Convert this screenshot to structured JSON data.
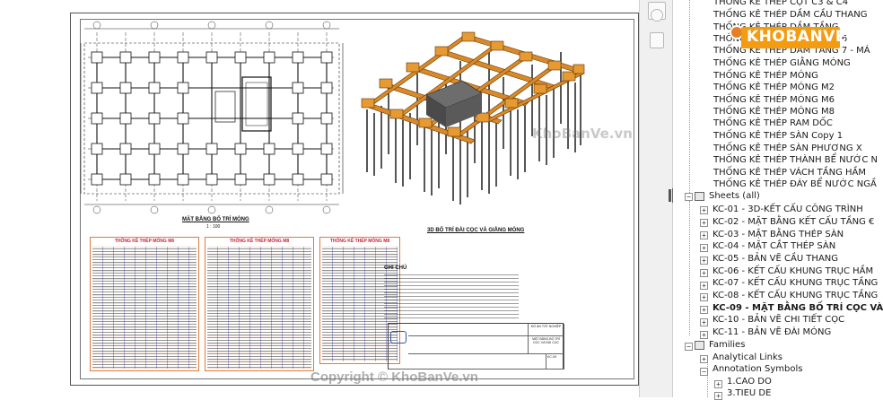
{
  "drawing": {
    "plan_title": "MẶT BẰNG BỐ TRÍ MÓNG",
    "plan_scale": "1 : 100",
    "iso_title": "3D BỐ TRÍ ĐÀI CỌC VÀ GIẰNG MÓNG",
    "schedules": [
      {
        "title": "THỐNG KÊ THÉP MÓNG M6"
      },
      {
        "title": "THỐNG KÊ THÉP MÓNG M8"
      },
      {
        "title": "THỐNG KÊ THÉP MÓNG M8"
      }
    ],
    "notes_title": "GHI CHÚ",
    "titleblock": {
      "sheet_name": "MẶT BẰNG BỐ TRÍ CỌC VÀ ĐÀI CỌC",
      "project": "ĐỒ ÁN TỐT NGHIỆP",
      "sheet_no": "KC-09"
    }
  },
  "watermarks": {
    "brand_badge": "KHOBANVE",
    "brand_url": "KhoBanVe.vn",
    "copyright": "Copyright © KhoBanVe.vn"
  },
  "browser": {
    "schedule_items": [
      "THỐNG KÊ THÉP CỘT C3 & C4",
      "THỐNG KÊ THÉP DẦM CẦU THANG",
      "THỐNG KÊ THÉP DẦM TẦNG",
      "THỐNG KÊ THÉP DẦM TẦNG 6",
      "THỐNG KÊ THÉP DẦM TẦNG 7 - MÁ",
      "THỐNG KÊ THÉP GIẰNG MÓNG",
      "THỐNG KÊ THÉP MÓNG",
      "THỐNG KÊ THÉP MÓNG M2",
      "THỐNG KÊ THÉP MÓNG M6",
      "THỐNG KÊ THÉP MÓNG M8",
      "THỐNG KÊ THÉP RAM DỐC",
      "THỐNG KÊ THÉP SÀN Copy 1",
      "THỐNG KÊ THÉP SÀN PHƯƠNG X",
      "THỐNG KÊ THÉP THÀNH BỂ NƯỚC N",
      "THỐNG KÊ THÉP VÁCH TẦNG HẦM",
      "THỐNG KÊ THÉP ĐÁY BỂ NƯỚC NGẦ"
    ],
    "sheets_header": "Sheets (all)",
    "sheets": [
      {
        "label": "KC-01 - 3D-KẾT CẤU CÔNG TRÌNH",
        "selected": false
      },
      {
        "label": "KC-02 - MẶT BẰNG KẾT CẤU TẦNG €",
        "selected": false
      },
      {
        "label": "KC-03 - MẶT BẰNG THÉP SÀN",
        "selected": false
      },
      {
        "label": "KC-04 - MẶT CẮT THÉP SÀN",
        "selected": false
      },
      {
        "label": "KC-05 - BẢN VẼ CẦU THANG",
        "selected": false
      },
      {
        "label": "KC-06 - KẾT CẤU KHUNG TRỤC HẦM",
        "selected": false
      },
      {
        "label": "KC-07 - KẾT CẤU KHUNG TRỤC TẦNG",
        "selected": false
      },
      {
        "label": "KC-08 - KẾT CẤU KHUNG TRỤC TẦNG",
        "selected": false
      },
      {
        "label": "KC-09 - MẶT BẰNG BỐ TRÍ CỌC VÀ",
        "selected": true
      },
      {
        "label": "KC-10 - BẢN VẼ CHI TIẾT CỌC",
        "selected": false
      },
      {
        "label": "KC-11 - BẢN VẼ ĐÀI MÓNG",
        "selected": false
      }
    ],
    "families_header": "Families",
    "families": [
      {
        "label": "Analytical Links",
        "expanded": false,
        "level": 1
      },
      {
        "label": "Annotation Symbols",
        "expanded": true,
        "level": 1
      },
      {
        "label": "1.CAO DO",
        "expanded": false,
        "level": 2
      },
      {
        "label": "3.TIEU DE",
        "expanded": false,
        "level": 2
      }
    ]
  }
}
